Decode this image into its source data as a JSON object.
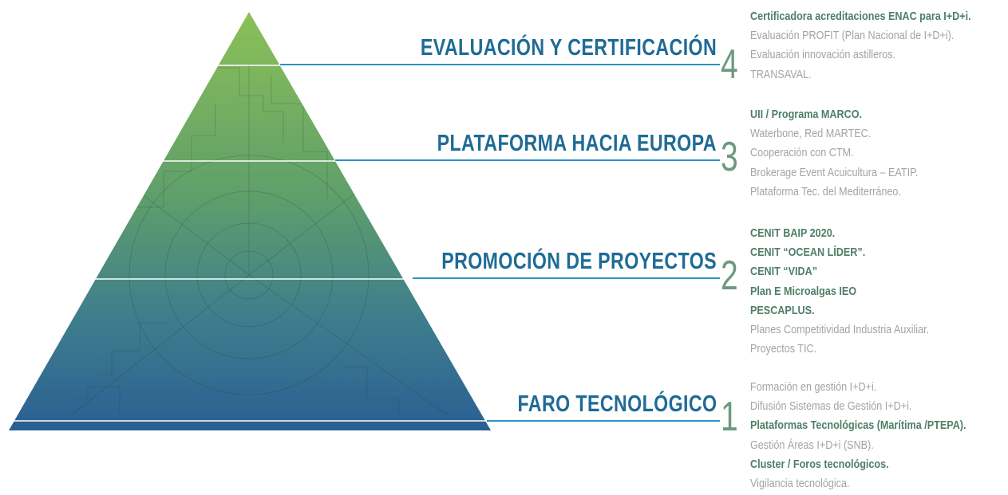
{
  "colors": {
    "title": "#1f6b96",
    "number": "#6b9a80",
    "item_highlight": "#4e7f67",
    "item_default": "#a3a3a3",
    "connector": "#2a93c8",
    "pyramid_top": "#8bc057",
    "pyramid_bottom": "#2a5f93"
  },
  "levels": [
    {
      "number": "4",
      "title": "EVALUACIÓN Y CERTIFICACIÓN",
      "items": [
        {
          "text": "Certificadora acreditaciones ENAC para I+D+i.",
          "highlight": true
        },
        {
          "text": "Evaluación PROFIT (Plan Nacional de I+D+i).",
          "highlight": false
        },
        {
          "text": "Evaluación innovación astilleros.",
          "highlight": false
        },
        {
          "text": "TRANSAVAL.",
          "highlight": false
        }
      ]
    },
    {
      "number": "3",
      "title": "PLATAFORMA HACIA EUROPA",
      "items": [
        {
          "text": "UII / Programa MARCO.",
          "highlight": true
        },
        {
          "text": "Waterbone, Red MARTEC.",
          "highlight": false
        },
        {
          "text": "Cooperación con CTM.",
          "highlight": false
        },
        {
          "text": "Brokerage Event Acuicultura – EATIP.",
          "highlight": false
        },
        {
          "text": "Plataforma Tec. del Mediterráneo.",
          "highlight": false
        }
      ]
    },
    {
      "number": "2",
      "title": "PROMOCIÓN DE PROYECTOS",
      "items": [
        {
          "text": "CENIT BAIP 2020.",
          "highlight": true
        },
        {
          "text": "CENIT “OCEAN LÍDER”.",
          "highlight": true
        },
        {
          "text": "CENIT “VIDA”",
          "highlight": true
        },
        {
          "text": "Plan E Microalgas IEO",
          "highlight": true
        },
        {
          "text": "PESCAPLUS.",
          "highlight": true
        },
        {
          "text": "Planes Competitividad Industria Auxiliar.",
          "highlight": false
        },
        {
          "text": "Proyectos TIC.",
          "highlight": false
        }
      ]
    },
    {
      "number": "1",
      "title": "FARO TECNOLÓGICO",
      "items": [
        {
          "text": "Formación en gestión I+D+i.",
          "highlight": false
        },
        {
          "text": "Difusión Sistemas de Gestión I+D+i.",
          "highlight": false
        },
        {
          "text": "Plataformas Tecnológicas (Marítima /PTEPA).",
          "highlight": true
        },
        {
          "text": "Gestión Áreas I+D+i (SNB).",
          "highlight": false
        },
        {
          "text": "Cluster / Foros tecnológicos.",
          "highlight": true
        },
        {
          "text": "Vigilancia tecnológica.",
          "highlight": false
        }
      ]
    }
  ]
}
